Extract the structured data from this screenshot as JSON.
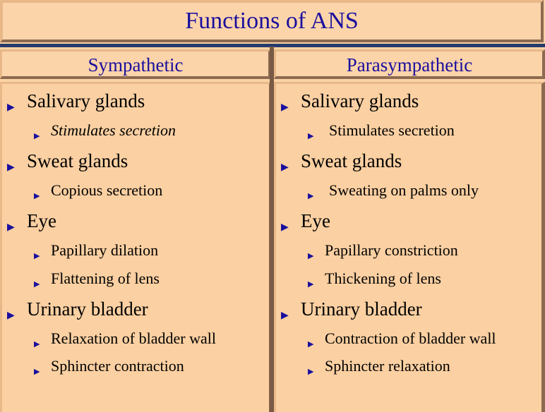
{
  "title": "Functions of ANS",
  "columns": {
    "left": {
      "header": "Sympathetic",
      "items": [
        {
          "label": "Salivary glands",
          "sub": [
            "Stimulates secretion"
          ]
        },
        {
          "label": "Sweat glands",
          "sub": [
            "Copious secretion"
          ]
        },
        {
          "label": "Eye",
          "sub": [
            "Papillary dilation",
            "Flattening of lens"
          ]
        },
        {
          "label": "Urinary bladder",
          "sub": [
            "Relaxation of bladder wall",
            "Sphincter contraction"
          ]
        }
      ]
    },
    "right": {
      "header": "Parasympathetic",
      "items": [
        {
          "label": "Salivary glands",
          "sub": [
            "Stimulates secretion"
          ]
        },
        {
          "label": "Sweat glands",
          "sub": [
            "Sweating on palms only"
          ]
        },
        {
          "label": "Eye",
          "sub": [
            "Papillary constriction",
            "Thickening of lens"
          ]
        },
        {
          "label": "Urinary bladder",
          "sub": [
            "Contraction of bladder wall",
            "Sphincter relaxation"
          ]
        }
      ]
    }
  },
  "colors": {
    "background": "#fbd3a6",
    "heading": "#1a0f9e",
    "bullet": "#1a0f9e",
    "text": "#000000",
    "rule": "#263b6b"
  },
  "icons": {
    "level1": "triangle-right-icon",
    "level2": "triangle-right-icon"
  }
}
